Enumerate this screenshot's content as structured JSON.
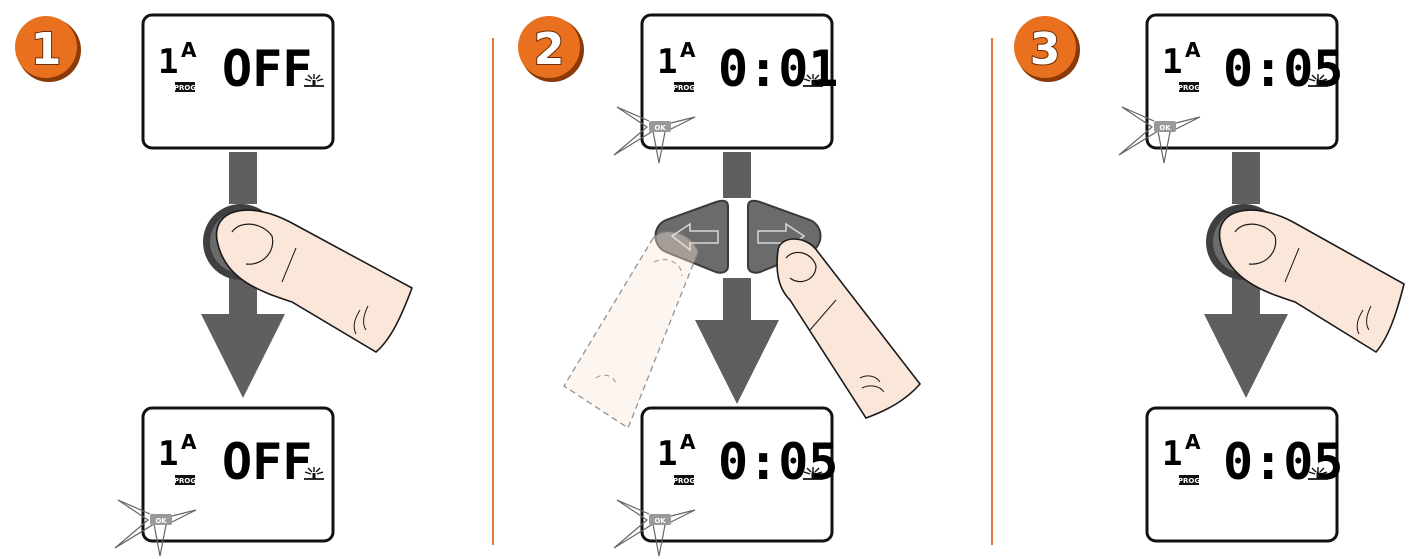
{
  "colors": {
    "badge": "#e8701e",
    "badge_dark": "#8a3a08",
    "divider": "#e07a3c",
    "arrow": "#5f5f5f",
    "finger": "#fbe6da",
    "outline": "#1a1a1a"
  },
  "steps": [
    {
      "number": "1",
      "action": "press-ok-button",
      "display_top": {
        "program": "1",
        "station": "A",
        "prog_label": "PROG",
        "value": "OFF",
        "sprinkler_icon": "sprinkler-icon"
      },
      "display_bottom": {
        "program": "1",
        "station": "A",
        "prog_label": "PROG",
        "value": "OFF",
        "ok_label": "OK",
        "ok_flash": true,
        "sprinkler_icon": "sprinkler-icon"
      }
    },
    {
      "number": "2",
      "action": "press-right-arrow-button",
      "display_top": {
        "program": "1",
        "station": "A",
        "prog_label": "PROG",
        "value": "0:01",
        "ok_label": "OK",
        "ok_flash": true,
        "sprinkler_icon": "sprinkler-icon"
      },
      "display_bottom": {
        "program": "1",
        "station": "A",
        "prog_label": "PROG",
        "value": "0:05",
        "ok_label": "OK",
        "ok_flash": true,
        "sprinkler_icon": "sprinkler-icon"
      }
    },
    {
      "number": "3",
      "action": "press-ok-button",
      "display_top": {
        "program": "1",
        "station": "A",
        "prog_label": "PROG",
        "value": "0:05",
        "ok_label": "OK",
        "ok_flash": true,
        "sprinkler_icon": "sprinkler-icon"
      },
      "display_bottom": {
        "program": "1",
        "station": "A",
        "prog_label": "PROG",
        "value": "0:05",
        "sprinkler_icon": "sprinkler-icon"
      }
    }
  ]
}
